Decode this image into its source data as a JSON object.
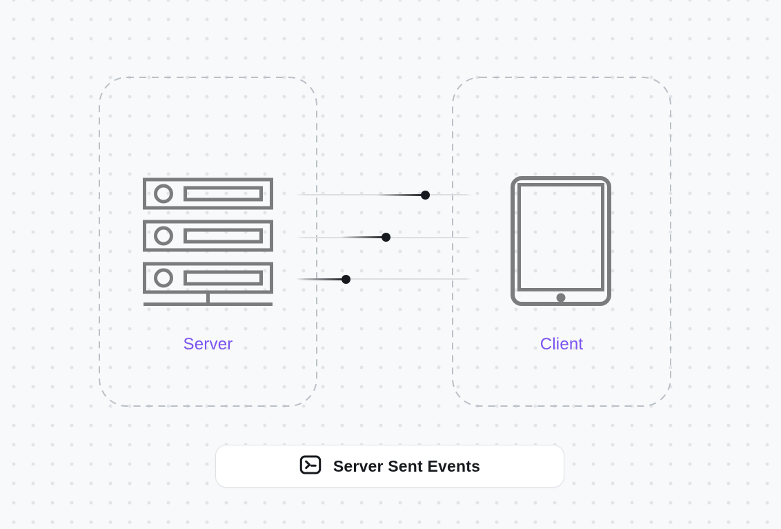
{
  "diagram": {
    "server": {
      "label": "Server",
      "icon": "server-rack-icon"
    },
    "client": {
      "label": "Client",
      "icon": "tablet-icon"
    },
    "badge": {
      "label": "Server Sent Events",
      "icon": "terminal-icon"
    }
  },
  "colors": {
    "background": "#f8f9fa",
    "grid-dot": "#e3e4e8",
    "dashed-border": "#b9c0c8",
    "icon-gray": "#7a7c7d",
    "accent": "#7a52f0",
    "stream-line": "#dcdee1",
    "stream-dot": "#16191d",
    "badge-bg": "#ffffff",
    "badge-border": "#dfe2e6",
    "badge-text": "#16191d"
  }
}
